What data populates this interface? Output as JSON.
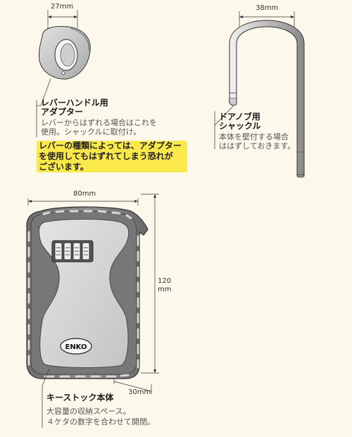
{
  "adapter": {
    "dimension": "27mm",
    "title_lines": [
      "レバーハンドル用",
      "アダプター"
    ],
    "desc_lines": [
      "レバーからはずれる場合はこれを",
      "使用。シャックルに取付け。"
    ]
  },
  "warning": {
    "lines": [
      "レバーの種類によっては、アダプター",
      "を使用してもはずれてしまう恐れが",
      "ございます。"
    ],
    "highlight_color": "#fbe94c"
  },
  "shackle": {
    "dimension": "38mm",
    "title_lines": [
      "ドアノブ用",
      "シャックル"
    ],
    "desc_lines": [
      "本体を壁付する場合",
      "ははずしておきます。"
    ]
  },
  "body": {
    "width_dimension": "80mm",
    "height_dimension_lines": [
      "120",
      "mm"
    ],
    "depth_dimension": "30mm",
    "logo_text": "ENKO",
    "title": "キーストック本体",
    "desc_lines": [
      "大容量の収納スペース。",
      "４ケタの数字を合わせて開閉。"
    ]
  }
}
